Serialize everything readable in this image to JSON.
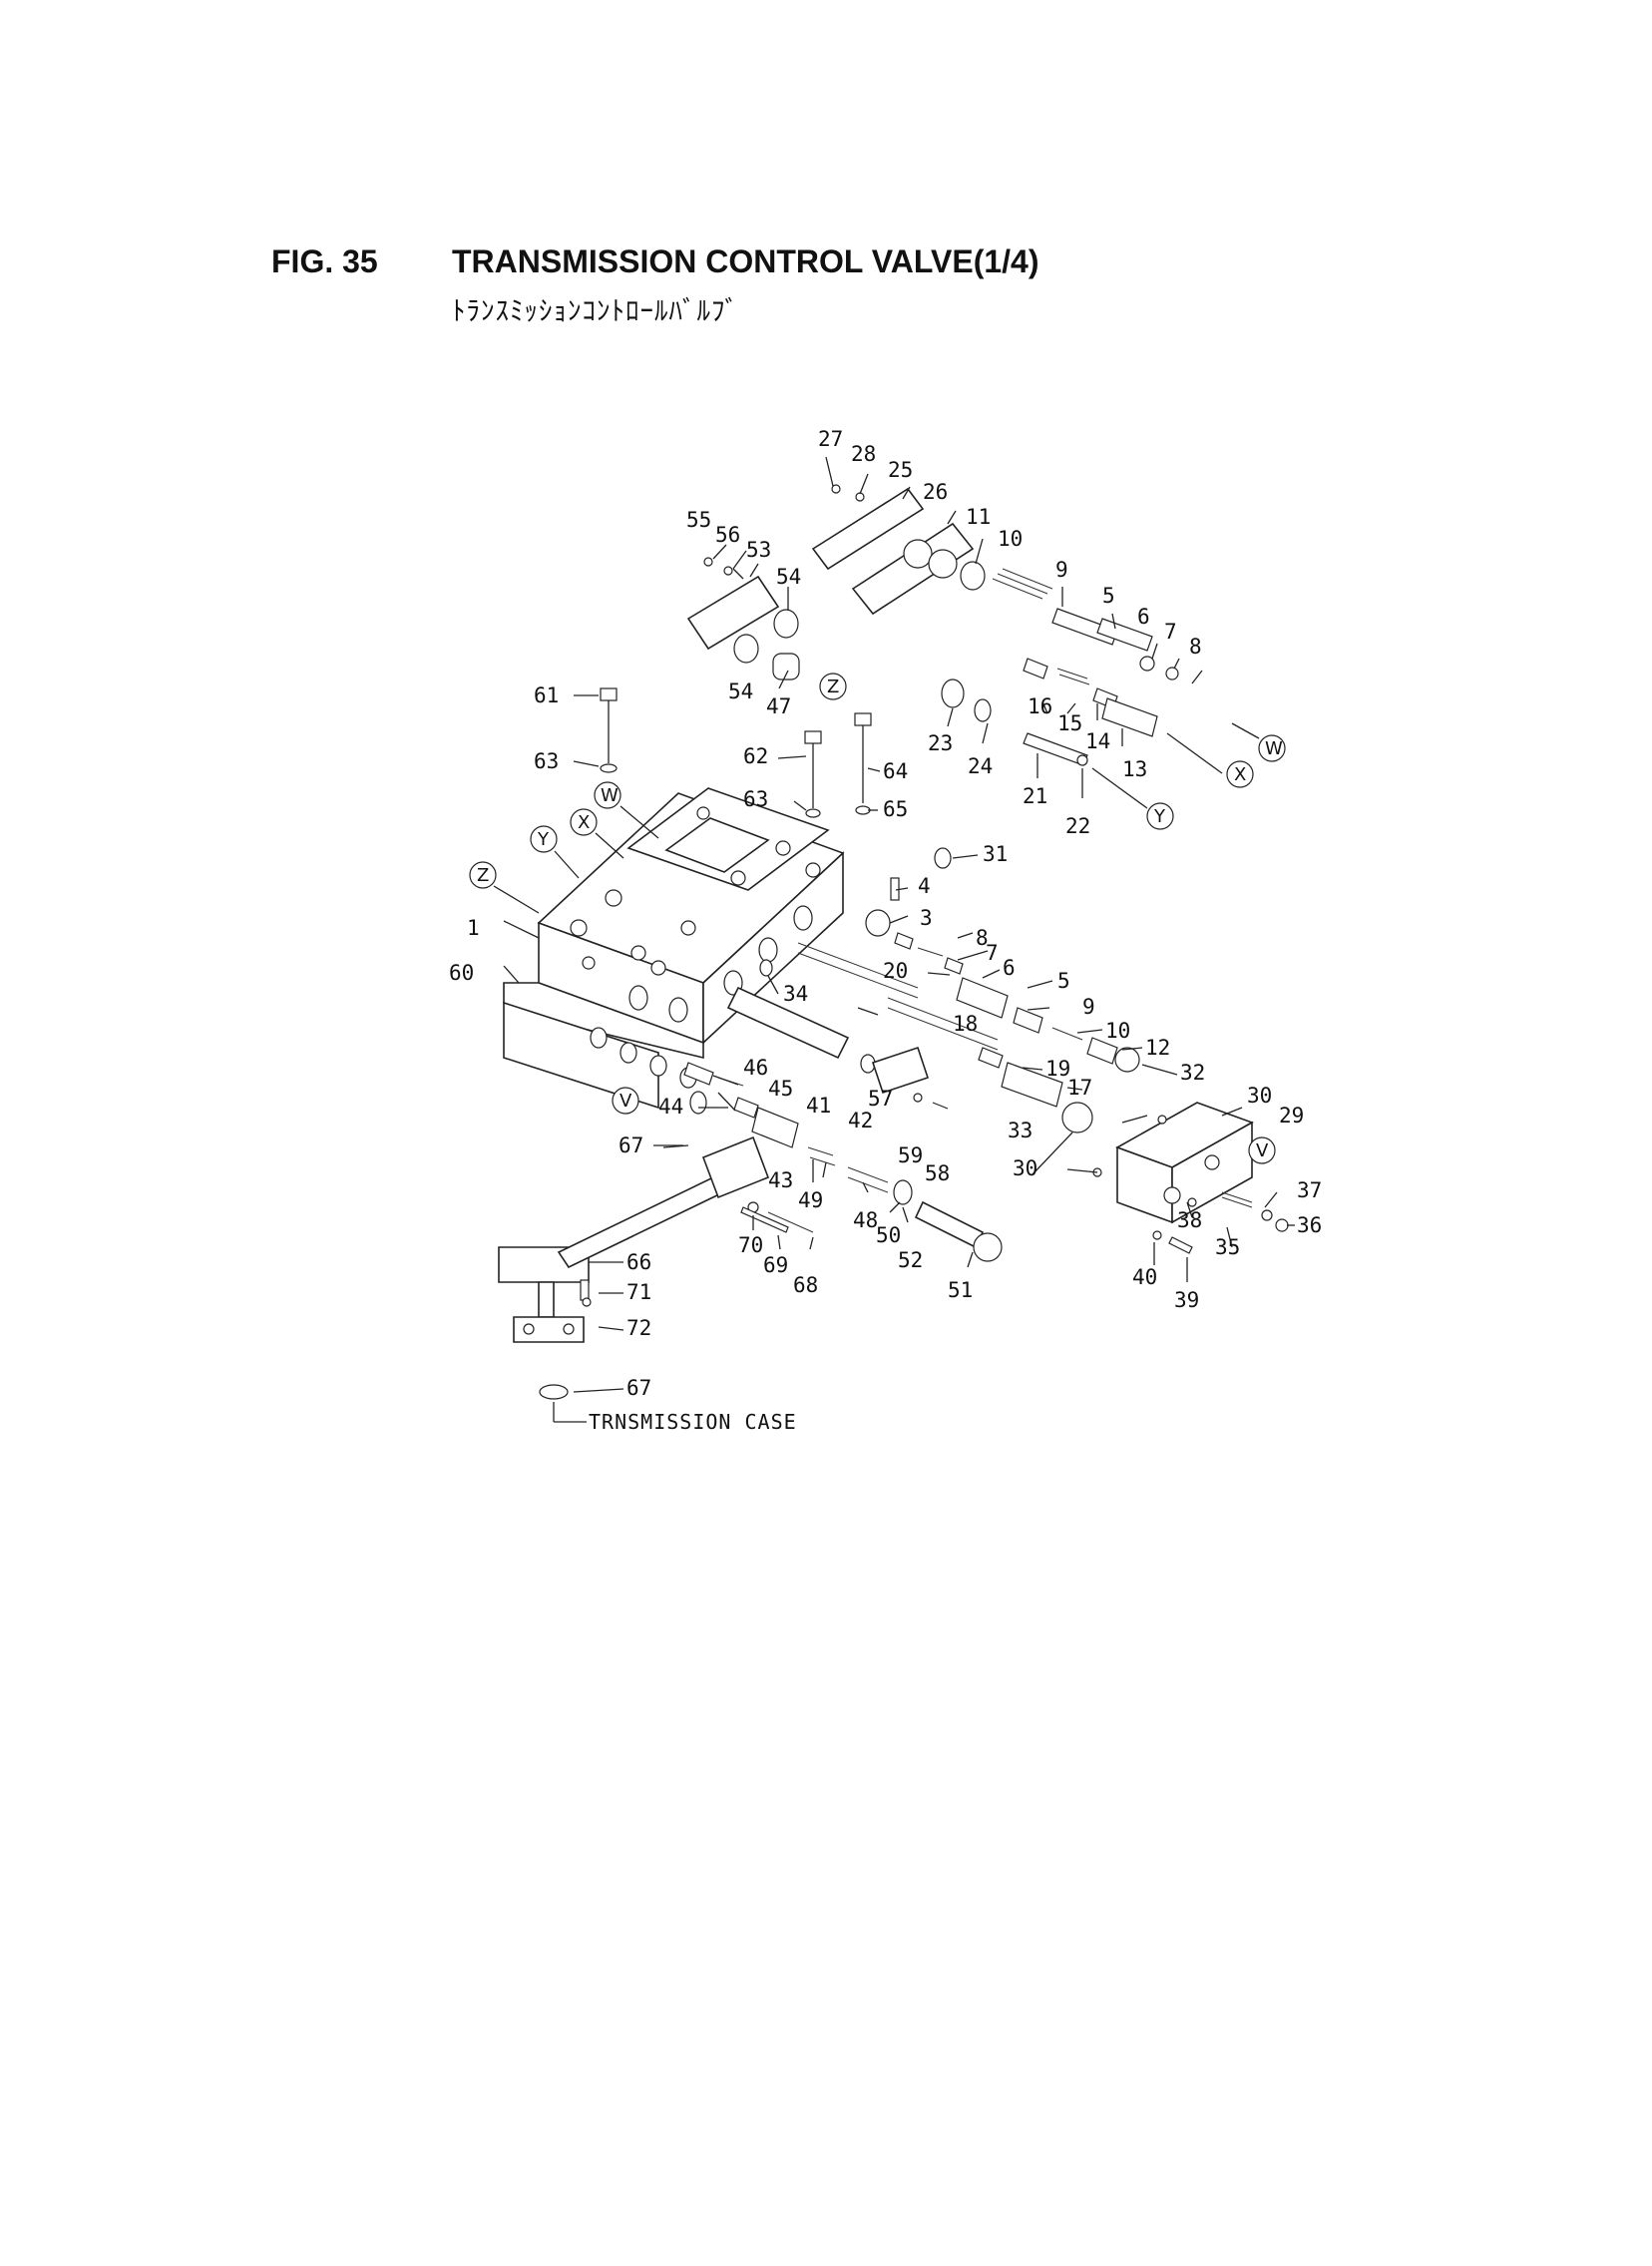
{
  "header": {
    "fig_number": "FIG. 35",
    "title": "TRANSMISSION CONTROL VALVE(1/4)",
    "subtitle_jp": "ﾄﾗﾝｽﾐｯｼｮﾝｺﾝﾄﾛｰﾙﾊﾞﾙﾌﾞ"
  },
  "diagram": {
    "caption": "TRNSMISSION CASE",
    "ref_letters": [
      "V",
      "W",
      "X",
      "Y",
      "Z"
    ],
    "part_labels": [
      "1",
      "3",
      "4",
      "5",
      "6",
      "7",
      "8",
      "9",
      "10",
      "11",
      "12",
      "13",
      "14",
      "15",
      "16",
      "17",
      "18",
      "19",
      "20",
      "21",
      "22",
      "23",
      "24",
      "25",
      "26",
      "27",
      "28",
      "29",
      "30",
      "31",
      "32",
      "33",
      "34",
      "35",
      "36",
      "37",
      "38",
      "39",
      "40",
      "41",
      "42",
      "43",
      "44",
      "45",
      "46",
      "47",
      "48",
      "49",
      "50",
      "51",
      "52",
      "53",
      "54",
      "55",
      "56",
      "57",
      "58",
      "59",
      "60",
      "61",
      "62",
      "63",
      "64",
      "65",
      "66",
      "67",
      "68",
      "69",
      "70",
      "71",
      "72"
    ]
  }
}
